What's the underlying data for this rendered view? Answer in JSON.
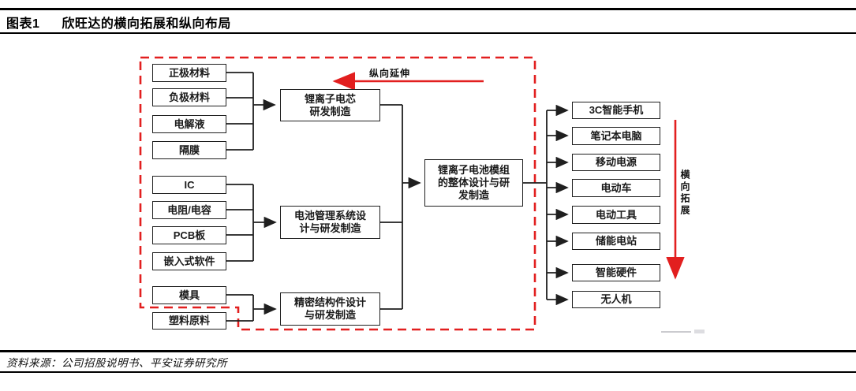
{
  "header": {
    "figure_label": "图表1",
    "title": "欣旺达的横向拓展和纵向布局"
  },
  "diagram": {
    "labels": {
      "vertical_extension": "纵向延伸",
      "horizontal_expansion": "横向拓展"
    },
    "colors": {
      "accent_red": "#e21f1f",
      "line_black": "#1f1f1f"
    },
    "cell_inputs": [
      "正极材料",
      "负极材料",
      "电解液",
      "隔膜"
    ],
    "bms_inputs": [
      "IC",
      "电阻/电容",
      "PCB板",
      "嵌入式软件"
    ],
    "structure_inputs": [
      "模具",
      "塑料原料"
    ],
    "process_nodes": {
      "cell": "锂离子电芯\n研发制造",
      "bms": "电池管理系统设\n计与研发制造",
      "structure": "精密结构件设计\n与研发制造"
    },
    "module_node": "锂离子电池模组\n的整体设计与研\n发制造",
    "applications": [
      "3C智能手机",
      "笔记本电脑",
      "移动电源",
      "电动车",
      "电动工具",
      "储能电站",
      "智能硬件",
      "无人机"
    ]
  },
  "footer": {
    "source": "资料来源：公司招股说明书、平安证券研究所"
  }
}
